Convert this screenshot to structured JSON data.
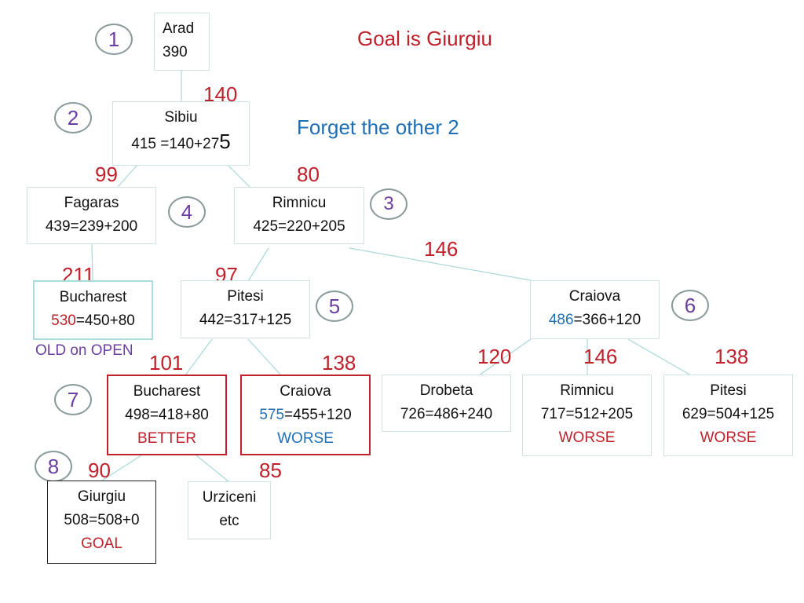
{
  "title": "Goal is Giurgiu",
  "subtitle": "Forget the other 2",
  "old_on_open": "OLD on OPEN",
  "colors": {
    "red": "#c0202a",
    "blue": "#1f6fb5",
    "purple": "#6b3fa0",
    "edge": "#a8d8d8"
  },
  "badges": [
    "1",
    "2",
    "3",
    "4",
    "5",
    "6",
    "7",
    "8"
  ],
  "weights": {
    "arad_sibiu": "140",
    "sibiu_fagaras": "99",
    "sibiu_rimnicu": "80",
    "rimnicu_craiova": "146",
    "fagaras_bucharest": "211",
    "rimnicu_pitesi": "97",
    "pitesi_bucharest": "101",
    "pitesi_craiova": "138",
    "craiova_drobeta": "120",
    "craiova_rimnicu": "146",
    "craiova_pitesi": "138",
    "bucharest_giurgiu": "90",
    "bucharest_urziceni": "85"
  },
  "nodes": {
    "arad": {
      "name": "Arad",
      "value": "390"
    },
    "sibiu": {
      "name": "Sibiu",
      "value": "415 =140+27",
      "value_big": "5"
    },
    "fagaras": {
      "name": "Fagaras",
      "value": "439=239+200"
    },
    "rimnicu": {
      "name": "Rimnicu",
      "value": "425=220+205"
    },
    "bucharest1": {
      "name": "Bucharest",
      "value_hl": "530",
      "value_rest": "=450+80"
    },
    "pitesi": {
      "name": "Pitesi",
      "value": "442=317+125"
    },
    "craiova": {
      "name": "Craiova",
      "value_hl": "486",
      "value_rest": "=366+120"
    },
    "bucharest2": {
      "name": "Bucharest",
      "value": "498=418+80",
      "tag": "BETTER"
    },
    "craiova2": {
      "name": "Craiova",
      "value_hl": "575",
      "value_rest": "=455+120",
      "tag": "WORSE"
    },
    "drobeta": {
      "name": "Drobeta",
      "value": "726=486+240"
    },
    "rimnicu2": {
      "name": "Rimnicu",
      "value": "717=512+205",
      "tag": "WORSE"
    },
    "pitesi2": {
      "name": "Pitesi",
      "value": "629=504+125",
      "tag": "WORSE"
    },
    "giurgiu": {
      "name": "Giurgiu",
      "value": "508=508+0",
      "tag": "GOAL"
    },
    "urziceni": {
      "name": "Urziceni",
      "value": "etc"
    }
  }
}
